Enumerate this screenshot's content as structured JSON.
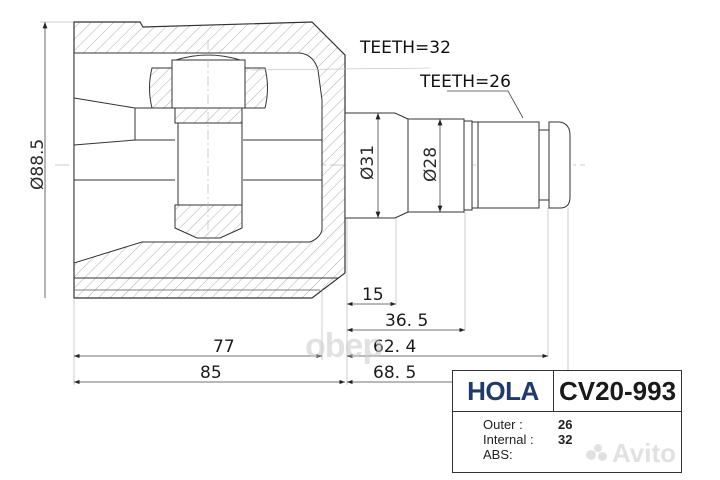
{
  "drawing": {
    "callouts": {
      "teeth_internal": "TEETH=32",
      "teeth_outer": "TEETH=26"
    },
    "diameters": {
      "housing": "Ø88.5",
      "shaft_large": "Ø31",
      "shaft_small": "Ø28"
    },
    "dimensions": {
      "d15": "15",
      "d36_5": "36. 5",
      "d77": "77",
      "d62_4": "62. 4",
      "d85": "85",
      "d68_5": "68. 5"
    }
  },
  "title_block": {
    "brand": "HOLA",
    "part_number": "CV20-993",
    "rows": [
      {
        "label": "Outer :",
        "value": "26"
      },
      {
        "label": "Internal :",
        "value": "32"
      },
      {
        "label": "ABS:",
        "value": ""
      }
    ]
  },
  "watermarks": {
    "center": "obep",
    "corner": "Avito"
  },
  "colors": {
    "brand": "#1f3a6b",
    "line": "#333333",
    "hatch": "#9a9a9a"
  }
}
